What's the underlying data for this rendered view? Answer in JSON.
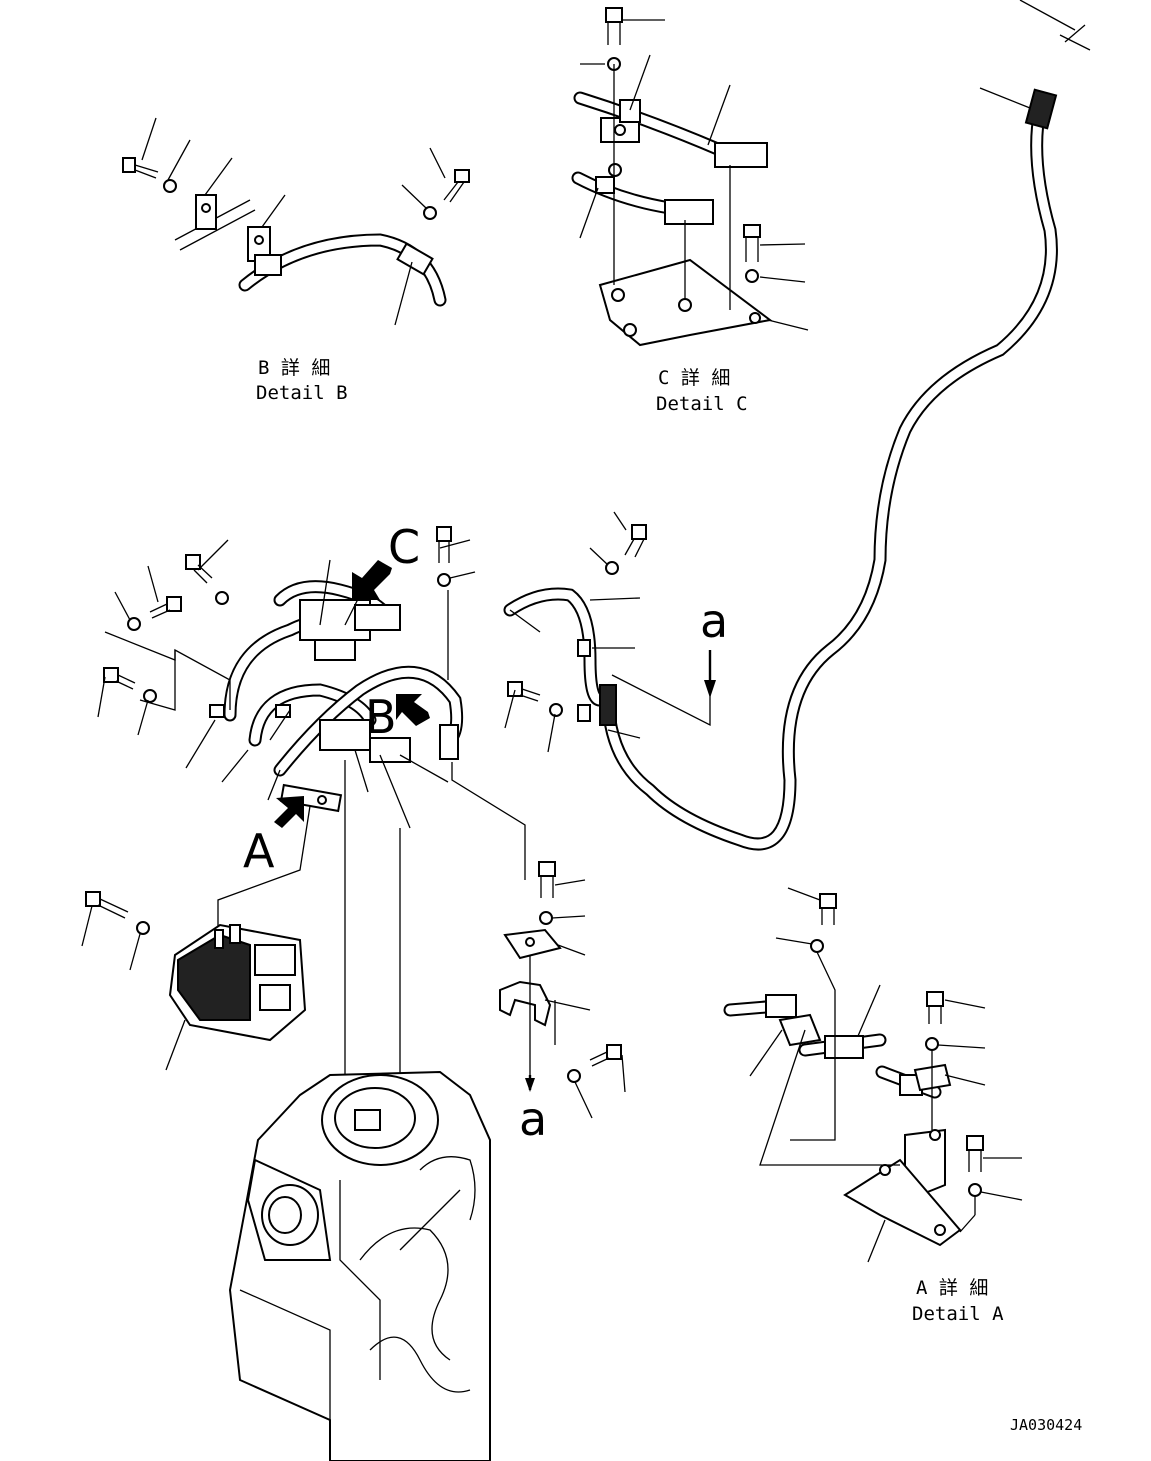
{
  "details": {
    "b": {
      "jp": "B 詳 細",
      "en": "Detail B"
    },
    "c": {
      "jp": "C 詳 細",
      "en": "Detail C"
    },
    "a": {
      "jp": "A 詳 細",
      "en": "Detail A"
    }
  },
  "view_markers": {
    "a": "A",
    "b": "B",
    "c": "C"
  },
  "section_marks": {
    "top": "a",
    "bottom": "a"
  },
  "drawing_number": "JA030424"
}
